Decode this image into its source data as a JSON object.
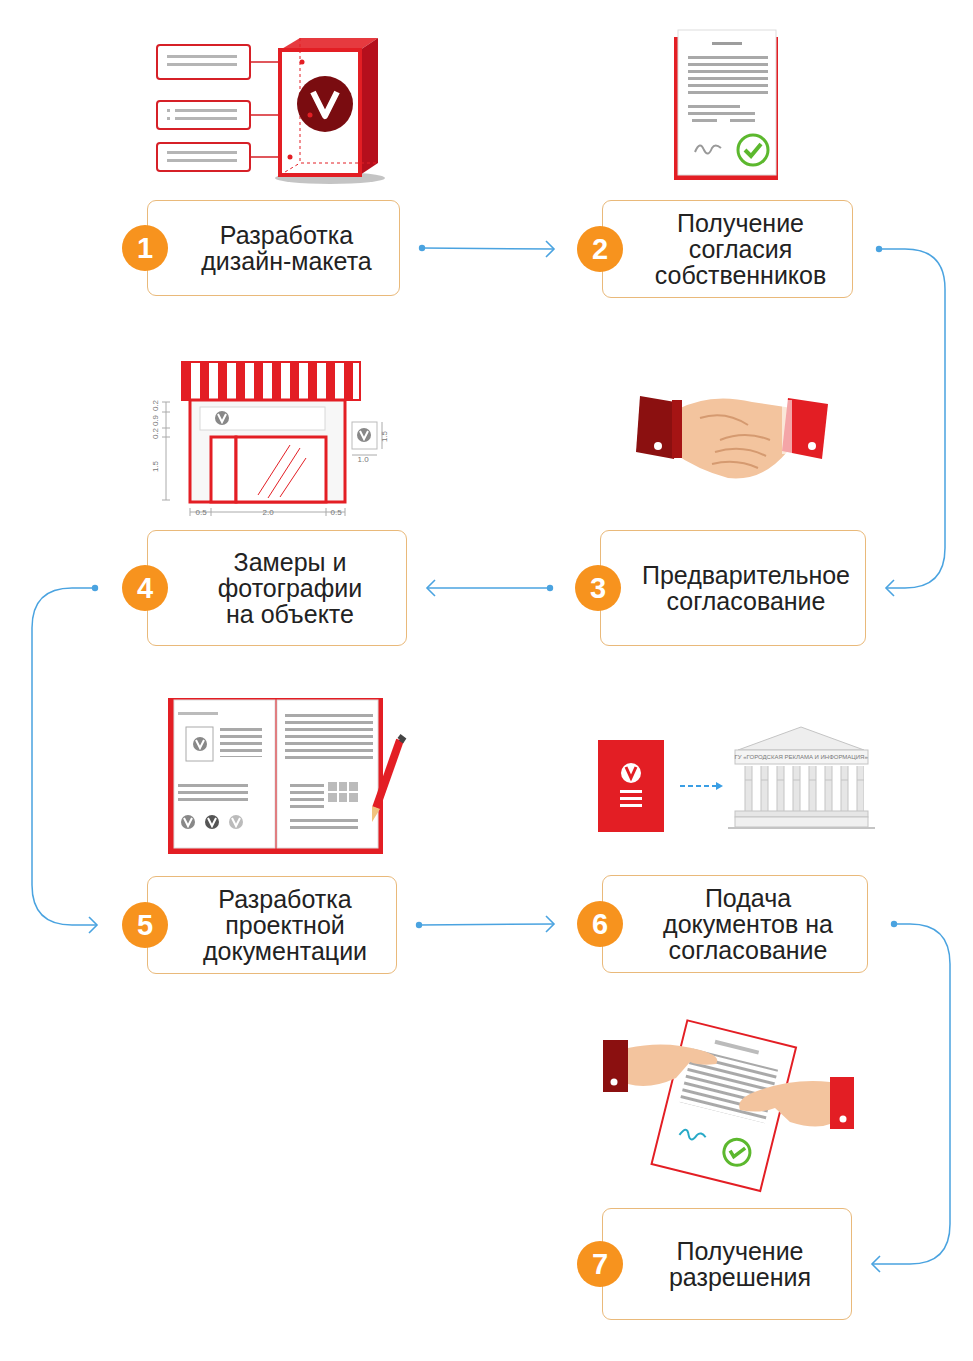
{
  "diagram": {
    "nodes": [
      {
        "text": [
          "1",
          "Разработка дизайн-макета"
        ]
      },
      {
        "text": [
          "2",
          "Получение согласия собственников"
        ]
      },
      {
        "text": [
          "3",
          "Предварительное согласование"
        ]
      },
      {
        "text": [
          "4",
          "Замеры и фотографии на объекте"
        ]
      },
      {
        "text": [
          "5",
          "Разработка проектной документации"
        ]
      },
      {
        "text": [
          "6",
          "Подача документов на согласование"
        ]
      },
      {
        "text": [
          "7",
          "Получение разрешения"
        ]
      }
    ],
    "edges": [
      {
        "from": 0,
        "to": 1,
        "arrow": "to"
      },
      {
        "from": 1,
        "to": 2,
        "arrow": "to"
      },
      {
        "from": 2,
        "to": 3,
        "arrow": "to"
      },
      {
        "from": 3,
        "to": 4,
        "arrow": "to"
      },
      {
        "from": 4,
        "to": 5,
        "arrow": "to"
      },
      {
        "from": 5,
        "to": 6,
        "arrow": "to"
      }
    ],
    "labels": [
      "0.2",
      "0.9",
      "0.2",
      "1.5",
      "1.5",
      "1.0",
      "0.5",
      "2.0",
      "0.5",
      "ГУ «ГОРОДСКАЯ РЕКЛАМА И ИНФОРМАЦИЯ»"
    ]
  }
}
